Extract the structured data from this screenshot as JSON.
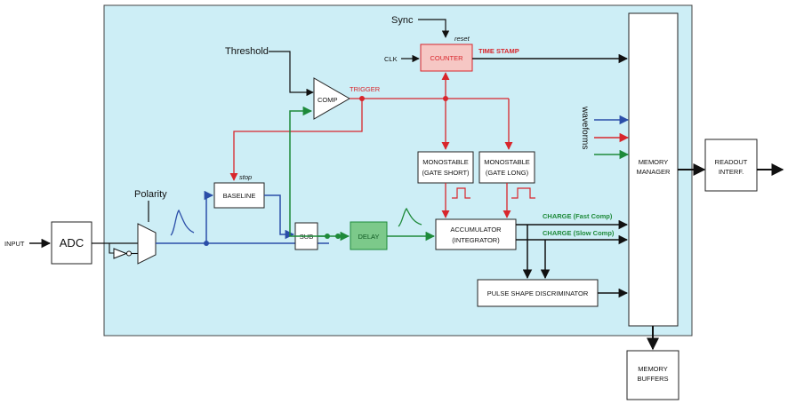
{
  "labels": {
    "sync": "Sync",
    "reset": "reset",
    "clk": "CLK",
    "counter": "COUNTER",
    "time_stamp": "TIME STAMP",
    "threshold": "Threshold",
    "comp": "COMP",
    "trigger": "TRIGGER",
    "waveforms": "waveforms",
    "memory_manager_1": "MEMORY",
    "memory_manager_2": "MANAGER",
    "readout_1": "READOUT",
    "readout_2": "INTERF.",
    "polarity": "Polarity",
    "stop": "stop",
    "baseline": "BASELINE",
    "mono_short_1": "MONOSTABLE",
    "mono_short_2": "(GATE SHORT)",
    "mono_long_1": "MONOSTABLE",
    "mono_long_2": "(GATE LONG)",
    "input": "INPUT",
    "adc": "ADC",
    "sub": "SUB",
    "delay": "DELAY",
    "acc_1": "ACCUMULATOR",
    "acc_2": "(INTEGRATOR)",
    "charge_fast": "CHARGE (Fast Comp)",
    "charge_slow": "CHARGE (Slow Comp)",
    "psd": "PULSE SHAPE DISCRIMINATOR",
    "mem_buf_1": "MEMORY",
    "mem_buf_2": "BUFFERS"
  },
  "colors": {
    "panel": "#cdeef6",
    "red": "#d8262c",
    "green": "#1e8a3a",
    "blue": "#2b4ea8",
    "counter_fill": "#f6c7c4",
    "delay_fill": "#7cc98a"
  }
}
